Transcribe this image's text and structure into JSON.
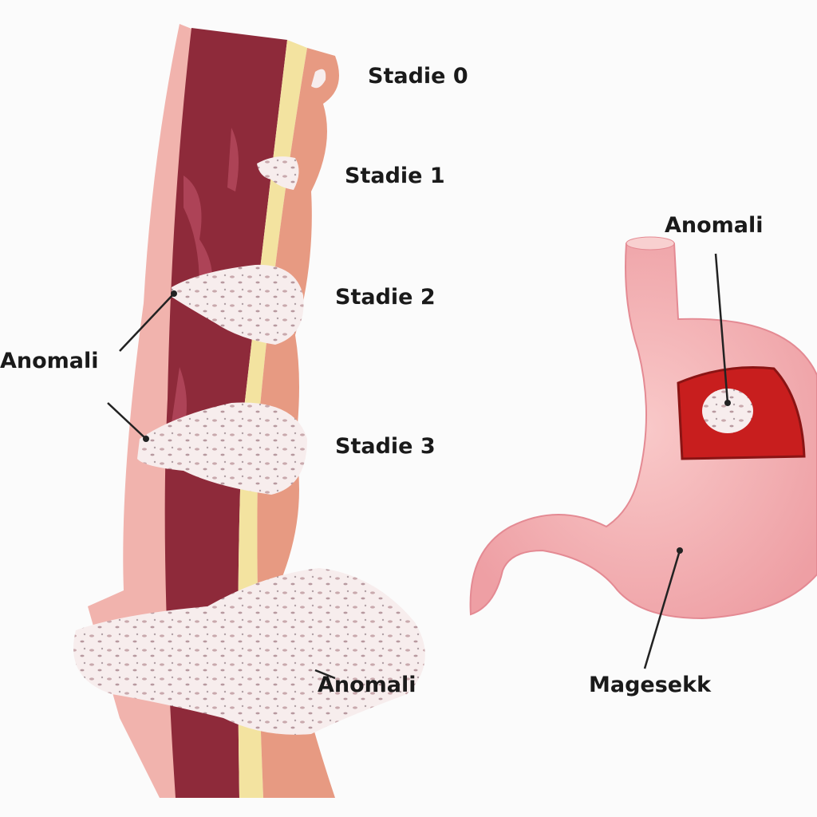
{
  "labels": {
    "stage0": "Stadie 0",
    "stage1": "Stadie 1",
    "stage2": "Stadie 2",
    "stage3": "Stadie 3",
    "anomaly_left": "Anomali",
    "anomaly_bottom": "Anomali",
    "anomaly_stomach": "Anomali",
    "stomach": "Magesekk"
  },
  "colors": {
    "outer_layer": "#f1b3ad",
    "muscle_layer": "#8e2a3a",
    "submucosa": "#f3e3a0",
    "mucosa": "#e79a82",
    "tumor": "#f6ecec",
    "stomach": "#f4b4b4",
    "stomach_window": "#c81e1e"
  }
}
